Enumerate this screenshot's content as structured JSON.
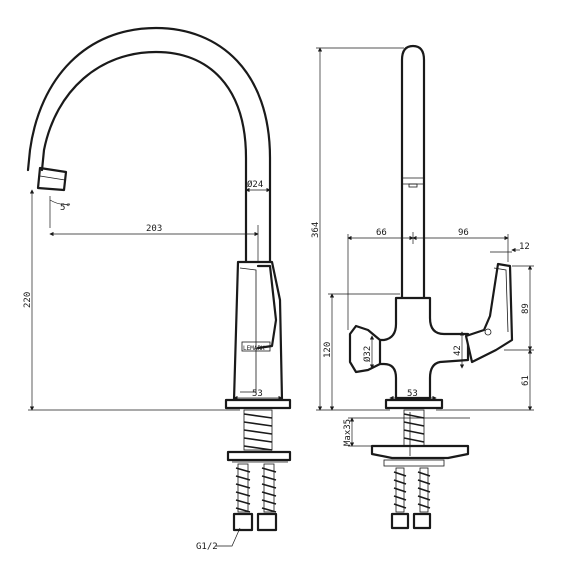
{
  "drawing": {
    "brand_label": "LEMARK",
    "dims": {
      "spout_dia": "Ø24",
      "angle": "5°",
      "reach": "203",
      "height_left": "220",
      "base_left": "53",
      "thread": "G1/2",
      "total_height": "364",
      "w_66": "66",
      "w_96": "96",
      "w_12": "12",
      "h_89": "89",
      "h_120": "120",
      "dia_32": "Ø32",
      "h_42": "42",
      "h_61": "61",
      "base_right": "53",
      "max_35": "Max35"
    }
  }
}
